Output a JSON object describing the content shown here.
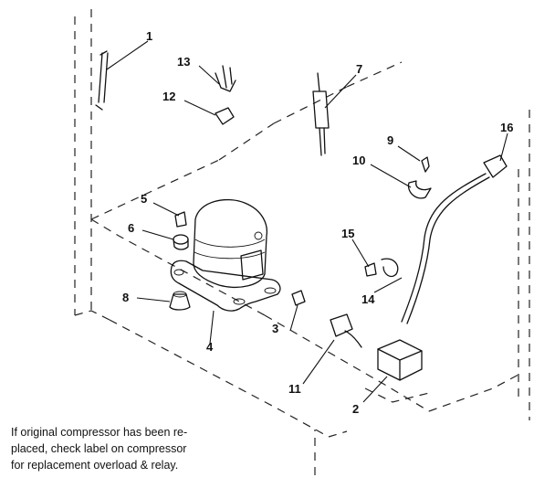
{
  "callouts": {
    "c1": "1",
    "c2": "2",
    "c3": "3",
    "c4": "4",
    "c5": "5",
    "c6": "6",
    "c7": "7",
    "c8": "8",
    "c9": "9",
    "c10": "10",
    "c11": "11",
    "c12": "12",
    "c13": "13",
    "c14": "14",
    "c15": "15",
    "c16": "16"
  },
  "note": {
    "line1": "If original compressor has been re-",
    "line2": "placed, check label on compressor",
    "line3": "for replacement overload & relay."
  }
}
